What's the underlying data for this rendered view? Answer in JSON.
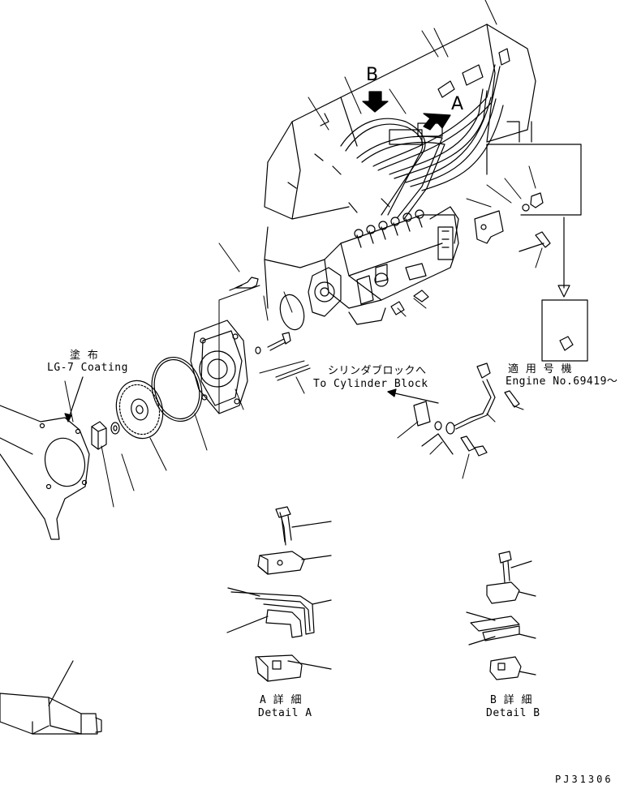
{
  "annotations": {
    "coating_jp": "塗 布",
    "coating_en": "LG-7 Coating",
    "cylinder_jp": "シリンダブロックへ",
    "cylinder_en": "To Cylinder Block",
    "engine_jp": "適 用 号 機",
    "engine_en": "Engine No.69419～",
    "detail_a_jp": "A 詳 細",
    "detail_a_en": "Detail A",
    "detail_b_jp": "B 詳 細",
    "detail_b_en": "Detail B",
    "arrow_a": "A",
    "arrow_b": "B",
    "drawing_code": "PJ31306"
  },
  "colors": {
    "line": "#000000",
    "background": "#ffffff"
  }
}
